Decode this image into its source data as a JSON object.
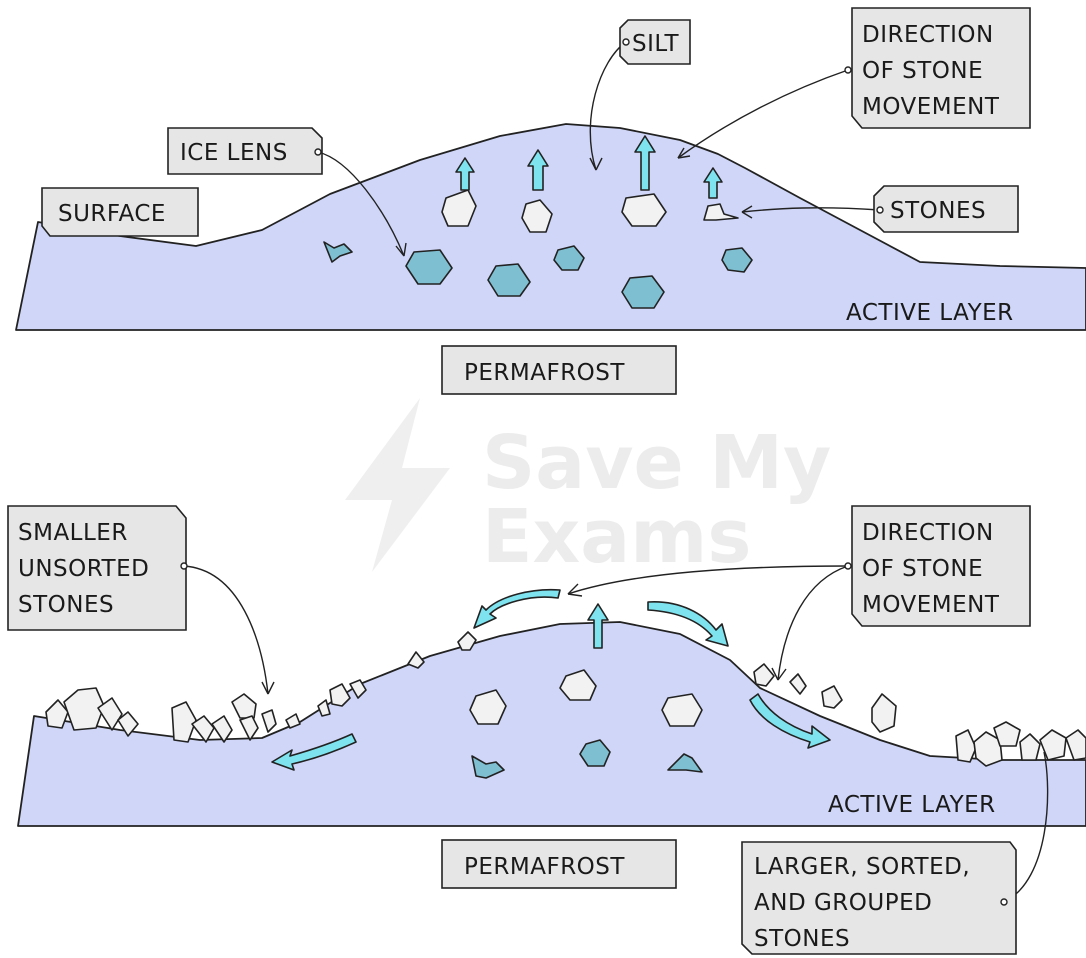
{
  "watermark": {
    "line1": "Save My",
    "line2": "Exams"
  },
  "top": {
    "labels": {
      "silt": "SILT",
      "direction": [
        "DIRECTION",
        "OF STONE",
        "MOVEMENT"
      ],
      "ice_lens": "ICE LENS",
      "surface": "SURFACE",
      "stones": "STONES",
      "active_layer": "ACTIVE LAYER",
      "permafrost": "PERMAFROST"
    }
  },
  "bottom": {
    "labels": {
      "smaller": [
        "SMALLER",
        "UNSORTED",
        "STONES"
      ],
      "direction": [
        "DIRECTION",
        "OF STONE",
        "MOVEMENT"
      ],
      "active_layer": "ACTIVE LAYER",
      "permafrost": "PERMAFROST",
      "larger": [
        "LARGER, SORTED,",
        "AND GROUPED",
        "STONES"
      ]
    }
  },
  "colors": {
    "ground": "#cfd6f7",
    "ice": "#7fbfd2",
    "arrow": "#7ee3ee",
    "label_box": "#e6e6e6"
  }
}
